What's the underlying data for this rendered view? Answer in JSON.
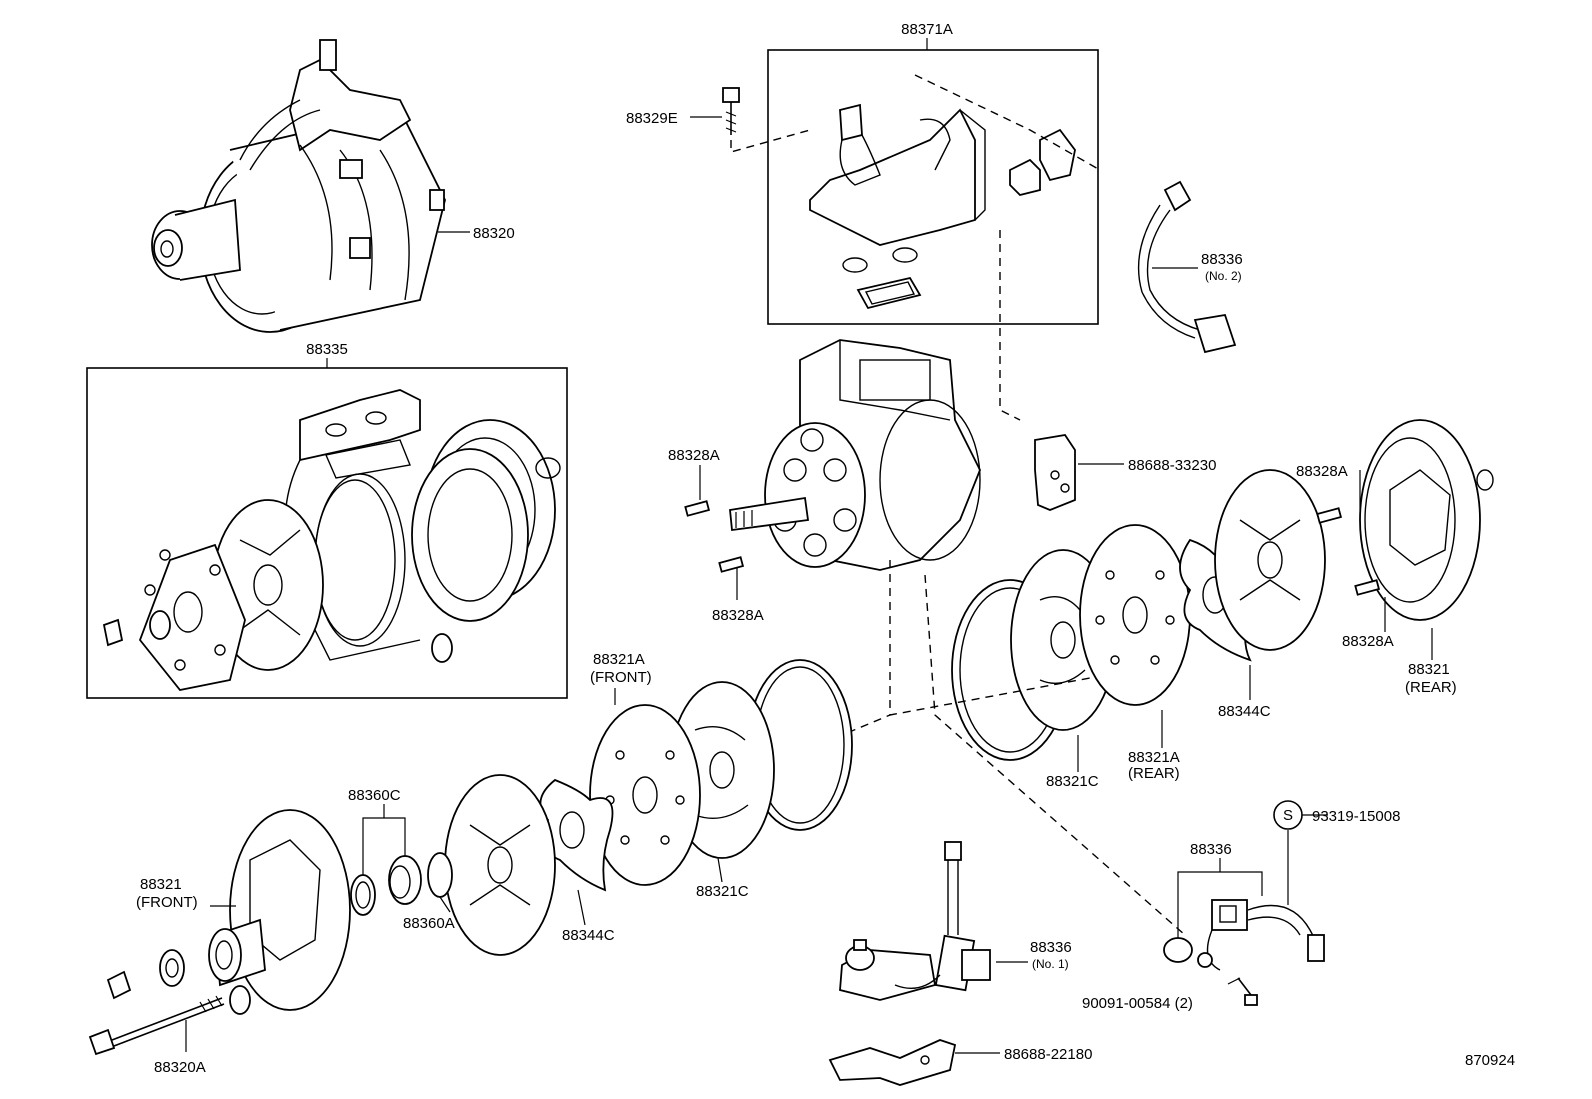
{
  "diagram_id": "870924",
  "labels": {
    "compressor_assy": "88320",
    "kit_box": "88335",
    "cover_box": "88371A",
    "bolt_top": "88329E",
    "wire_no2": "88336",
    "wire_no2_sub": "(No. 2)",
    "bracket_top": "88688-33230",
    "pin_left_top": "88328A",
    "pin_left_bottom": "88328A",
    "pin_right_top": "88328A",
    "pin_right_bottom": "88328A",
    "rear_housing": "88321",
    "rear_housing_sub": "(REAR)",
    "valve_right": "88344C",
    "plate_rear": "88321A",
    "plate_rear_sub": "(REAR)",
    "gasket_right": "88321C",
    "plate_front": "88321A",
    "plate_front_sub": "(FRONT)",
    "gasket_front": "88321C",
    "valve_front": "88344C",
    "seal_c": "88360C",
    "seal_a": "88360A",
    "front_housing": "88321",
    "front_housing_sub": "(FRONT)",
    "long_bolt": "88320A",
    "switch_s": "93319-15008",
    "s_mark": "S",
    "wire_mid": "88336",
    "screw": "90091-00584 (2)",
    "wire_no1": "88336",
    "wire_no1_sub": "(No. 1)",
    "bracket_bottom": "88688-22180"
  }
}
